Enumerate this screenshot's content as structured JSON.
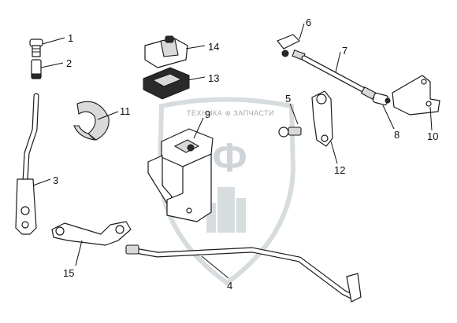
{
  "watermark": {
    "brand_text": "ТЕХНИКА ⊗ ЗАПЧАСТИ",
    "big_letters": "ПФ"
  },
  "callouts": {
    "c1": "1",
    "c2": "2",
    "c3": "3",
    "c4": "4",
    "c5": "5",
    "c6": "6",
    "c7": "7",
    "c8": "8",
    "c9": "9",
    "c10": "10",
    "c11": "11",
    "c12": "12",
    "c13": "13",
    "c14": "14",
    "c15": "15"
  }
}
